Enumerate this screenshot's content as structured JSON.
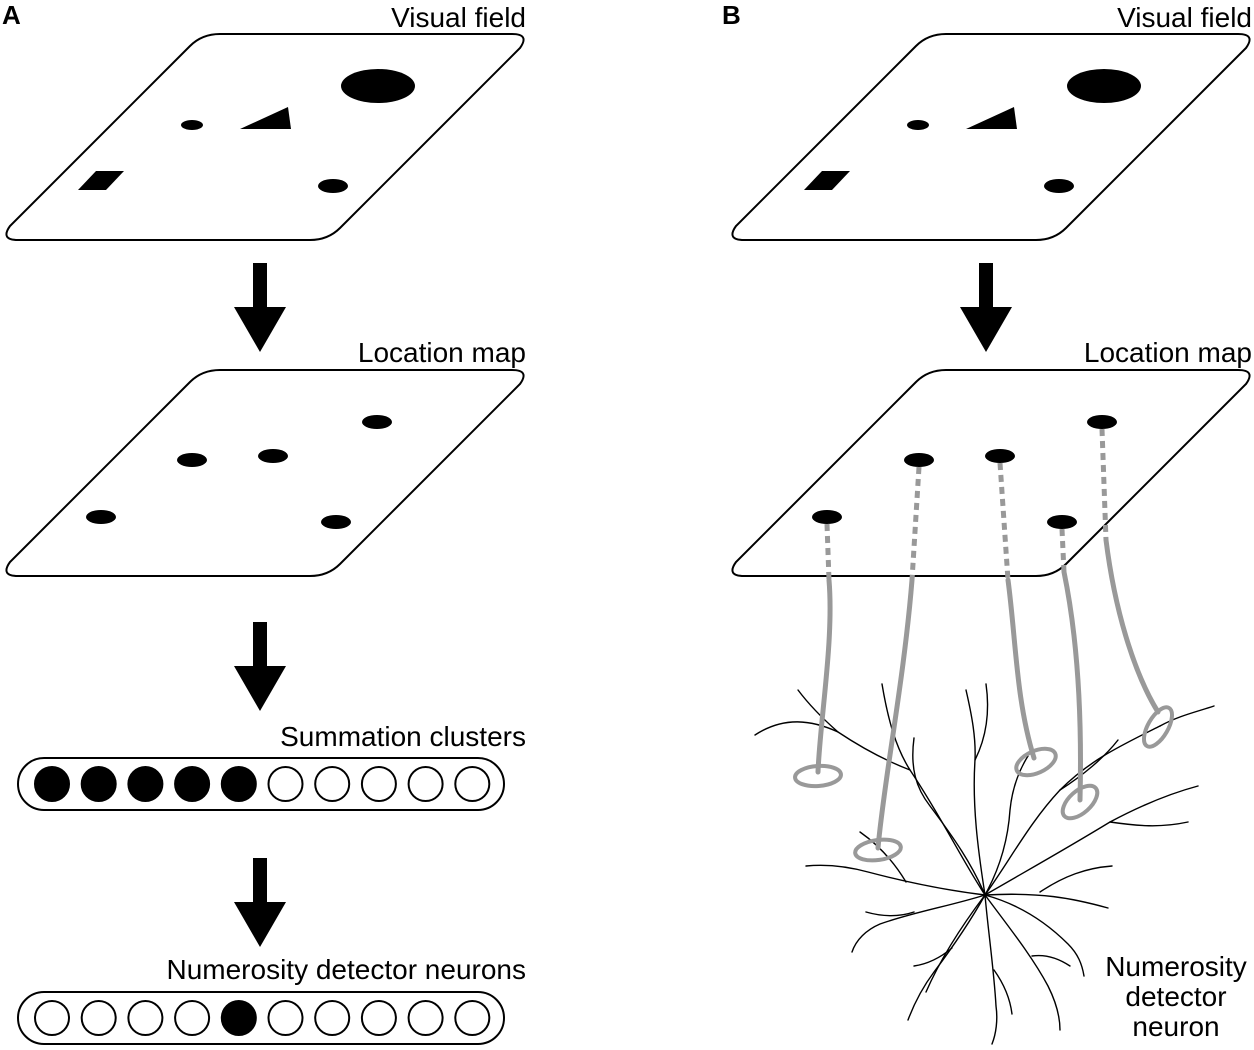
{
  "panel_a": {
    "letter": "A",
    "visual_field_label": "Visual field",
    "location_map_label": "Location map",
    "summation_label": "Summation clusters",
    "numerosity_label": "Numerosity detector neurons",
    "summation_units": [
      true,
      true,
      true,
      true,
      true,
      false,
      false,
      false,
      false,
      false
    ],
    "numerosity_units": [
      false,
      false,
      false,
      false,
      true,
      false,
      false,
      false,
      false,
      false
    ]
  },
  "panel_b": {
    "letter": "B",
    "visual_field_label": "Visual field",
    "location_map_label": "Location map",
    "neuron_label_lines": [
      "Numerosity",
      "detector",
      "neuron"
    ]
  },
  "colors": {
    "ink": "#000000",
    "axon_gray": "#999999",
    "background": "#ffffff"
  }
}
